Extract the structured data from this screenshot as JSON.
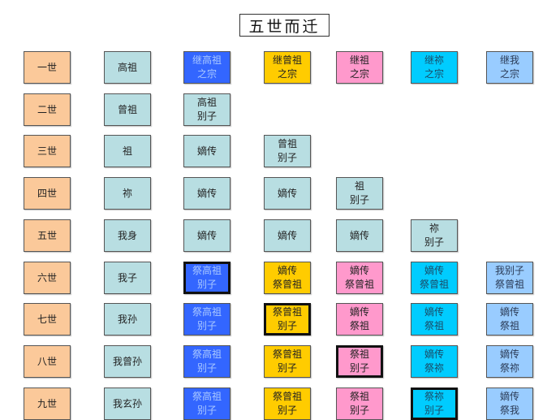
{
  "title": "五世而迁",
  "colors": {
    "generation": "#FBC99A",
    "neutral": "#B8DEE2",
    "blue": "#3366FF",
    "yellow": "#FFCC00",
    "pink": "#FF99CC",
    "cyan": "#00CCFF",
    "lightblue": "#99CCFF"
  },
  "rows": [
    {
      "cells": [
        {
          "col": 0,
          "text": "一世",
          "color": "generation"
        },
        {
          "col": 1,
          "text": "高祖",
          "color": "neutral"
        },
        {
          "col": 2,
          "text": "继高祖\n之宗",
          "color": "blue"
        },
        {
          "col": 3,
          "text": "继曾祖\n之宗",
          "color": "yellow"
        },
        {
          "col": 4,
          "text": "继祖\n之宗",
          "color": "pink"
        },
        {
          "col": 5,
          "text": "继祢\n之宗",
          "color": "cyan"
        },
        {
          "col": 6,
          "text": "继我\n之宗",
          "color": "lightblue"
        }
      ]
    },
    {
      "cells": [
        {
          "col": 0,
          "text": "二世",
          "color": "generation"
        },
        {
          "col": 1,
          "text": "曾祖",
          "color": "neutral"
        },
        {
          "col": 2,
          "text": "高祖\n别子",
          "color": "neutral"
        }
      ]
    },
    {
      "cells": [
        {
          "col": 0,
          "text": "三世",
          "color": "generation"
        },
        {
          "col": 1,
          "text": "祖",
          "color": "neutral"
        },
        {
          "col": 2,
          "text": "嫡传",
          "color": "neutral"
        },
        {
          "col": 3,
          "text": "曾祖\n别子",
          "color": "neutral"
        }
      ]
    },
    {
      "cells": [
        {
          "col": 0,
          "text": "四世",
          "color": "generation"
        },
        {
          "col": 1,
          "text": "祢",
          "color": "neutral"
        },
        {
          "col": 2,
          "text": "嫡传",
          "color": "neutral"
        },
        {
          "col": 3,
          "text": "嫡传",
          "color": "neutral"
        },
        {
          "col": 4,
          "text": "祖\n别子",
          "color": "neutral"
        }
      ]
    },
    {
      "cells": [
        {
          "col": 0,
          "text": "五世",
          "color": "generation"
        },
        {
          "col": 1,
          "text": "我身",
          "color": "neutral"
        },
        {
          "col": 2,
          "text": "嫡传",
          "color": "neutral"
        },
        {
          "col": 3,
          "text": "嫡传",
          "color": "neutral"
        },
        {
          "col": 4,
          "text": "嫡传",
          "color": "neutral"
        },
        {
          "col": 5,
          "text": "祢\n别子",
          "color": "neutral"
        }
      ]
    },
    {
      "cells": [
        {
          "col": 0,
          "text": "六世",
          "color": "generation"
        },
        {
          "col": 1,
          "text": "我子",
          "color": "neutral"
        },
        {
          "col": 2,
          "text": "祭高祖\n别子",
          "color": "blue",
          "bold": true
        },
        {
          "col": 3,
          "text": "嫡传\n祭曾祖",
          "color": "yellow"
        },
        {
          "col": 4,
          "text": "嫡传\n祭曾祖",
          "color": "pink"
        },
        {
          "col": 5,
          "text": "嫡传\n祭曾祖",
          "color": "cyan"
        },
        {
          "col": 6,
          "text": "我别子\n祭曾祖",
          "color": "lightblue"
        }
      ]
    },
    {
      "cells": [
        {
          "col": 0,
          "text": "七世",
          "color": "generation"
        },
        {
          "col": 1,
          "text": "我孙",
          "color": "neutral"
        },
        {
          "col": 2,
          "text": "祭高祖\n别子",
          "color": "blue"
        },
        {
          "col": 3,
          "text": "祭曾祖\n别子",
          "color": "yellow",
          "bold": true
        },
        {
          "col": 4,
          "text": "嫡传\n祭祖",
          "color": "pink"
        },
        {
          "col": 5,
          "text": "嫡传\n祭祖",
          "color": "cyan"
        },
        {
          "col": 6,
          "text": "嫡传\n祭祖",
          "color": "lightblue"
        }
      ]
    },
    {
      "cells": [
        {
          "col": 0,
          "text": "八世",
          "color": "generation"
        },
        {
          "col": 1,
          "text": "我曾孙",
          "color": "neutral"
        },
        {
          "col": 2,
          "text": "祭高祖\n别子",
          "color": "blue"
        },
        {
          "col": 3,
          "text": "祭曾祖\n别子",
          "color": "yellow"
        },
        {
          "col": 4,
          "text": "祭祖\n别子",
          "color": "pink",
          "bold": true
        },
        {
          "col": 5,
          "text": "嫡传\n祭祢",
          "color": "cyan"
        },
        {
          "col": 6,
          "text": "嫡传\n祭祢",
          "color": "lightblue"
        }
      ]
    },
    {
      "cells": [
        {
          "col": 0,
          "text": "九世",
          "color": "generation"
        },
        {
          "col": 1,
          "text": "我玄孙",
          "color": "neutral"
        },
        {
          "col": 2,
          "text": "祭高祖\n别子",
          "color": "blue"
        },
        {
          "col": 3,
          "text": "祭曾祖\n别子",
          "color": "yellow"
        },
        {
          "col": 4,
          "text": "祭祖\n别子",
          "color": "pink"
        },
        {
          "col": 5,
          "text": "祭祢\n别子",
          "color": "cyan",
          "bold": true
        },
        {
          "col": 6,
          "text": "嫡传\n祭我",
          "color": "lightblue"
        }
      ]
    }
  ]
}
